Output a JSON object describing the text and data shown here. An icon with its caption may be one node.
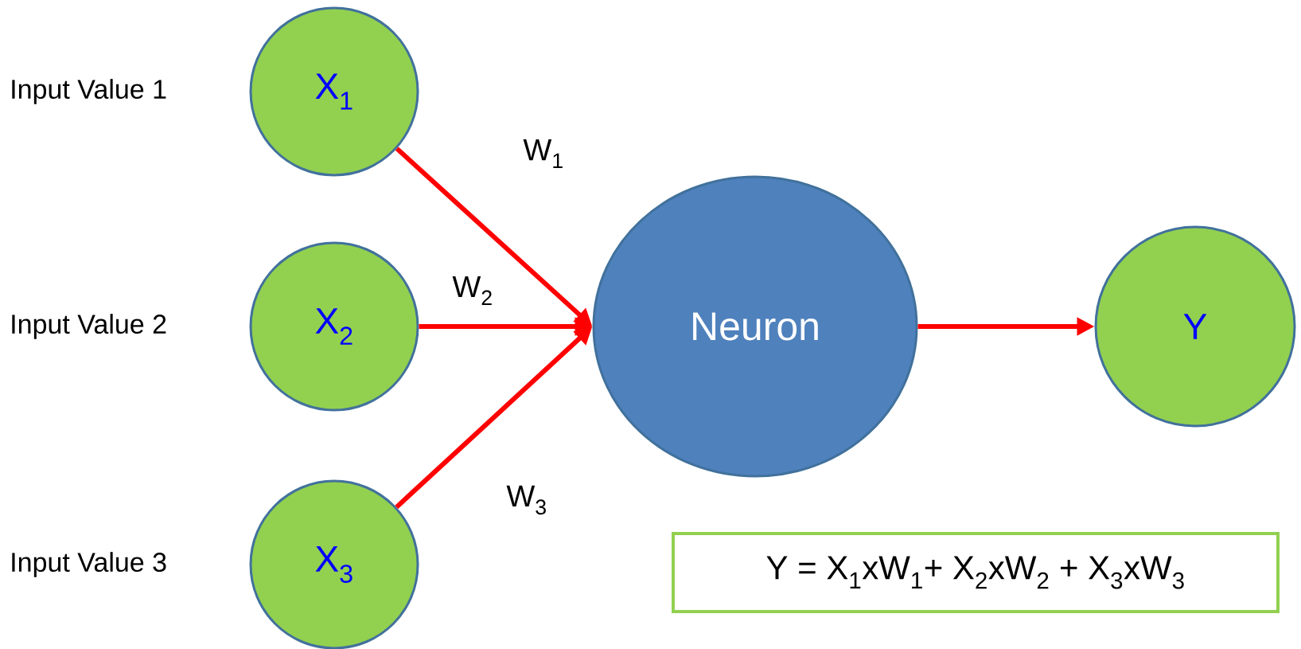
{
  "diagram": {
    "nodes": [
      {
        "text": [
          "X$_{1}$"
        ],
        "beside": [
          "Input Value 1"
        ]
      },
      {
        "text": [
          "X$_{2}$"
        ],
        "beside": [
          "Input Value 2"
        ]
      },
      {
        "text": [
          "X$_{3}$"
        ],
        "beside": [
          "Input Value 3"
        ]
      },
      {
        "text": [
          "Neuron"
        ]
      },
      {
        "text": [
          "Y"
        ]
      },
      {
        "text": [
          "Y = X$_{1}$xW$_{1}$+ X$_{2}$xW$_{2}$ + X$_{3}$xW$_{3}$"
        ]
      }
    ],
    "edges": [
      {
        "from": 0,
        "to": 3,
        "arrow": "to",
        "label": "W$_{1}$"
      },
      {
        "from": 1,
        "to": 3,
        "arrow": "to",
        "label": "W$_{2}$"
      },
      {
        "from": 2,
        "to": 3,
        "arrow": "to",
        "label": "W$_{3}$"
      },
      {
        "from": 3,
        "to": 4,
        "arrow": "to"
      }
    ]
  }
}
